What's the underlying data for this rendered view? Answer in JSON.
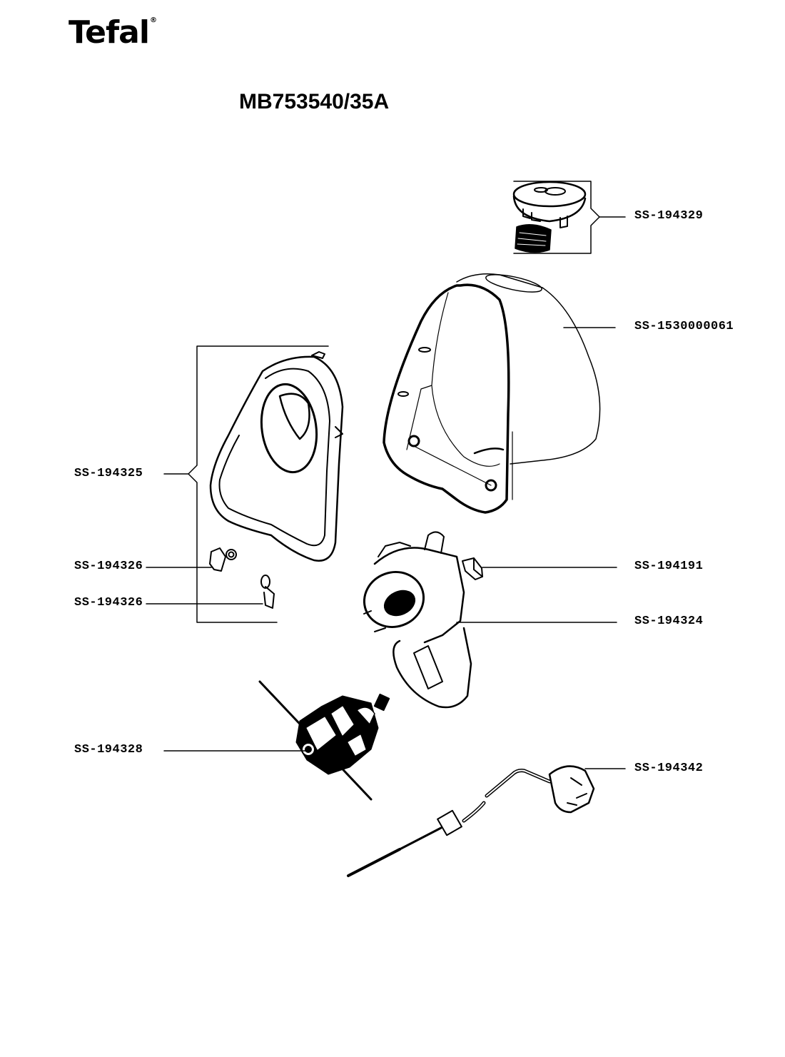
{
  "header": {
    "brand": "Tefal",
    "trademark": "®",
    "model": "MB753540/35A"
  },
  "parts": [
    {
      "id": "lid",
      "ref": "SS-194329",
      "description": "lid with strainer"
    },
    {
      "id": "housing-cover",
      "ref": "SS-1530000061",
      "description": "housing cover"
    },
    {
      "id": "side-panel",
      "ref": "SS-194325",
      "description": "side panel assembly"
    },
    {
      "id": "clip-1",
      "ref": "SS-194326",
      "description": "clip"
    },
    {
      "id": "clip-2",
      "ref": "SS-194326",
      "description": "clip"
    },
    {
      "id": "switch",
      "ref": "SS-194191",
      "description": "switch"
    },
    {
      "id": "motor-housing",
      "ref": "SS-194324",
      "description": "motor housing"
    },
    {
      "id": "motor",
      "ref": "SS-194328",
      "description": "motor"
    },
    {
      "id": "power-cord",
      "ref": "SS-194342",
      "description": "power cord with plug"
    }
  ]
}
